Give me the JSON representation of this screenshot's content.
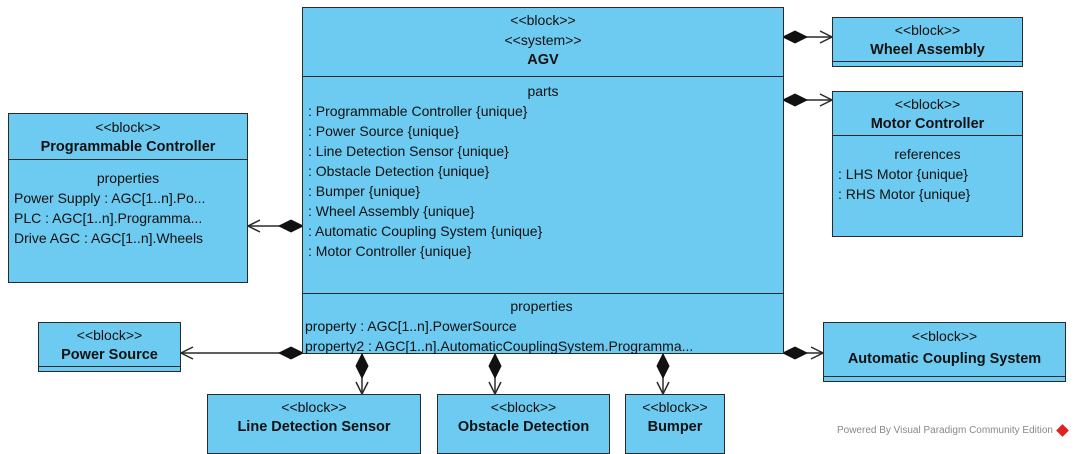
{
  "agv": {
    "stereotypes": [
      "<<block>>",
      "<<system>>"
    ],
    "name": "AGV",
    "parts_title": "parts",
    "parts": [
      ": Programmable Controller {unique}",
      ": Power Source {unique}",
      ": Line Detection Sensor {unique}",
      ": Obstacle Detection {unique}",
      ": Bumper {unique}",
      ": Wheel Assembly {unique}",
      ": Automatic Coupling System {unique}",
      ": Motor Controller {unique}"
    ],
    "properties_title": "properties",
    "properties": [
      "property : AGC[1..n].PowerSource",
      "property2 : AGC[1..n].AutomaticCouplingSystem.Programma..."
    ]
  },
  "programmable_controller": {
    "stereotype": "<<block>>",
    "name": "Programmable Controller",
    "properties_title": "properties",
    "properties": [
      "Power Supply : AGC[1..n].Po...",
      "PLC : AGC[1..n].Programma...",
      "Drive AGC : AGC[1..n].Wheels"
    ]
  },
  "wheel_assembly": {
    "stereotype": "<<block>>",
    "name": "Wheel Assembly"
  },
  "motor_controller": {
    "stereotype": "<<block>>",
    "name": "Motor Controller",
    "references_title": "references",
    "references": [
      ": LHS Motor {unique}",
      ": RHS Motor {unique}"
    ]
  },
  "power_source": {
    "stereotype": "<<block>>",
    "name": "Power Source"
  },
  "automatic_coupling_system": {
    "stereotype": "<<block>>",
    "name": "Automatic Coupling System"
  },
  "line_detection_sensor": {
    "stereotype": "<<block>>",
    "name": "Line Detection Sensor"
  },
  "obstacle_detection": {
    "stereotype": "<<block>>",
    "name": "Obstacle Detection"
  },
  "bumper": {
    "stereotype": "<<block>>",
    "name": "Bumper"
  },
  "footer": {
    "text": "Powered By  Visual Paradigm Community Edition"
  },
  "colors": {
    "block_fill": "#6dcaf0",
    "line": "#2a2a2a"
  }
}
